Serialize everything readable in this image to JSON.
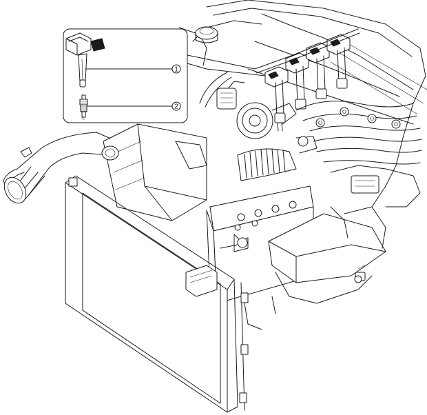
{
  "callouts": [
    {
      "id": "1",
      "label": "1"
    },
    {
      "id": "2",
      "label": "2"
    }
  ],
  "icons": [
    "ignition-coil-icon",
    "spark-plug-icon"
  ]
}
